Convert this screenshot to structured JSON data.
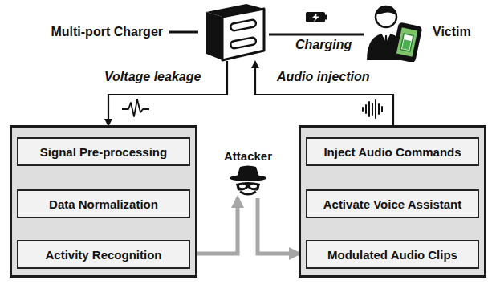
{
  "diagram": {
    "nodes": [
      {
        "text": [
          "Multi-port Charger"
        ]
      },
      {
        "text": [
          "Victim"
        ]
      },
      {
        "text": []
      },
      {
        "text": [
          "Signal Pre-processing"
        ],
        "in": 2
      },
      {
        "text": [
          "Data Normalization"
        ],
        "in": 2
      },
      {
        "text": [
          "Activity Recognition"
        ],
        "in": 2
      },
      {
        "text": [
          "Attacker"
        ]
      },
      {
        "text": []
      },
      {
        "text": [
          "Inject Audio Commands"
        ],
        "in": 7
      },
      {
        "text": [
          "Activate Voice Assistant"
        ],
        "in": 7
      },
      {
        "text": [
          "Modulated Audio Clips"
        ],
        "in": 7
      }
    ],
    "edges": [
      {
        "from": 0,
        "to": 1,
        "label": "Charging",
        "arrow": "none"
      },
      {
        "from": 0,
        "to": 2,
        "label": "Voltage leakage",
        "arrow": "to"
      },
      {
        "from": 7,
        "to": 0,
        "label": "Audio injection",
        "arrow": "to"
      },
      {
        "from": 3,
        "to": 4,
        "arrow": "to"
      },
      {
        "from": 4,
        "to": 5,
        "arrow": "to"
      },
      {
        "from": 2,
        "to": 6,
        "arrow": "to"
      },
      {
        "from": 6,
        "to": 7,
        "arrow": "to"
      },
      {
        "from": 10,
        "to": 9,
        "arrow": "to"
      },
      {
        "from": 9,
        "to": 8,
        "arrow": "to"
      }
    ]
  }
}
